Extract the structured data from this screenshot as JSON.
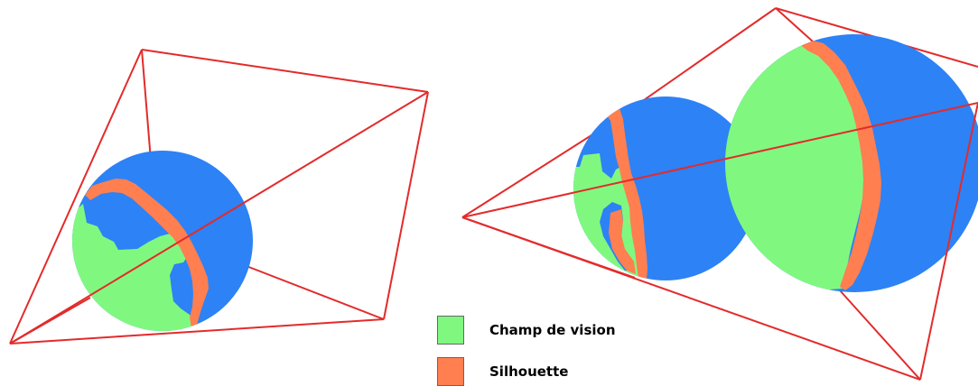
{
  "colors": {
    "field_of_view": "#80f880",
    "silhouette": "#ff7f50",
    "sphere": "#2d82f5",
    "frustum_edge": "#e32b2b",
    "background": "#ffffff"
  },
  "legend": {
    "items": [
      {
        "label": "Champ de vision",
        "color": "#80f880"
      },
      {
        "label": "Silhouette",
        "color": "#ff7f50"
      }
    ]
  },
  "scenes": [
    {
      "name": "single-sphere-frustum",
      "sphere_count": 1
    },
    {
      "name": "two-sphere-frustum",
      "sphere_count": 2
    }
  ]
}
